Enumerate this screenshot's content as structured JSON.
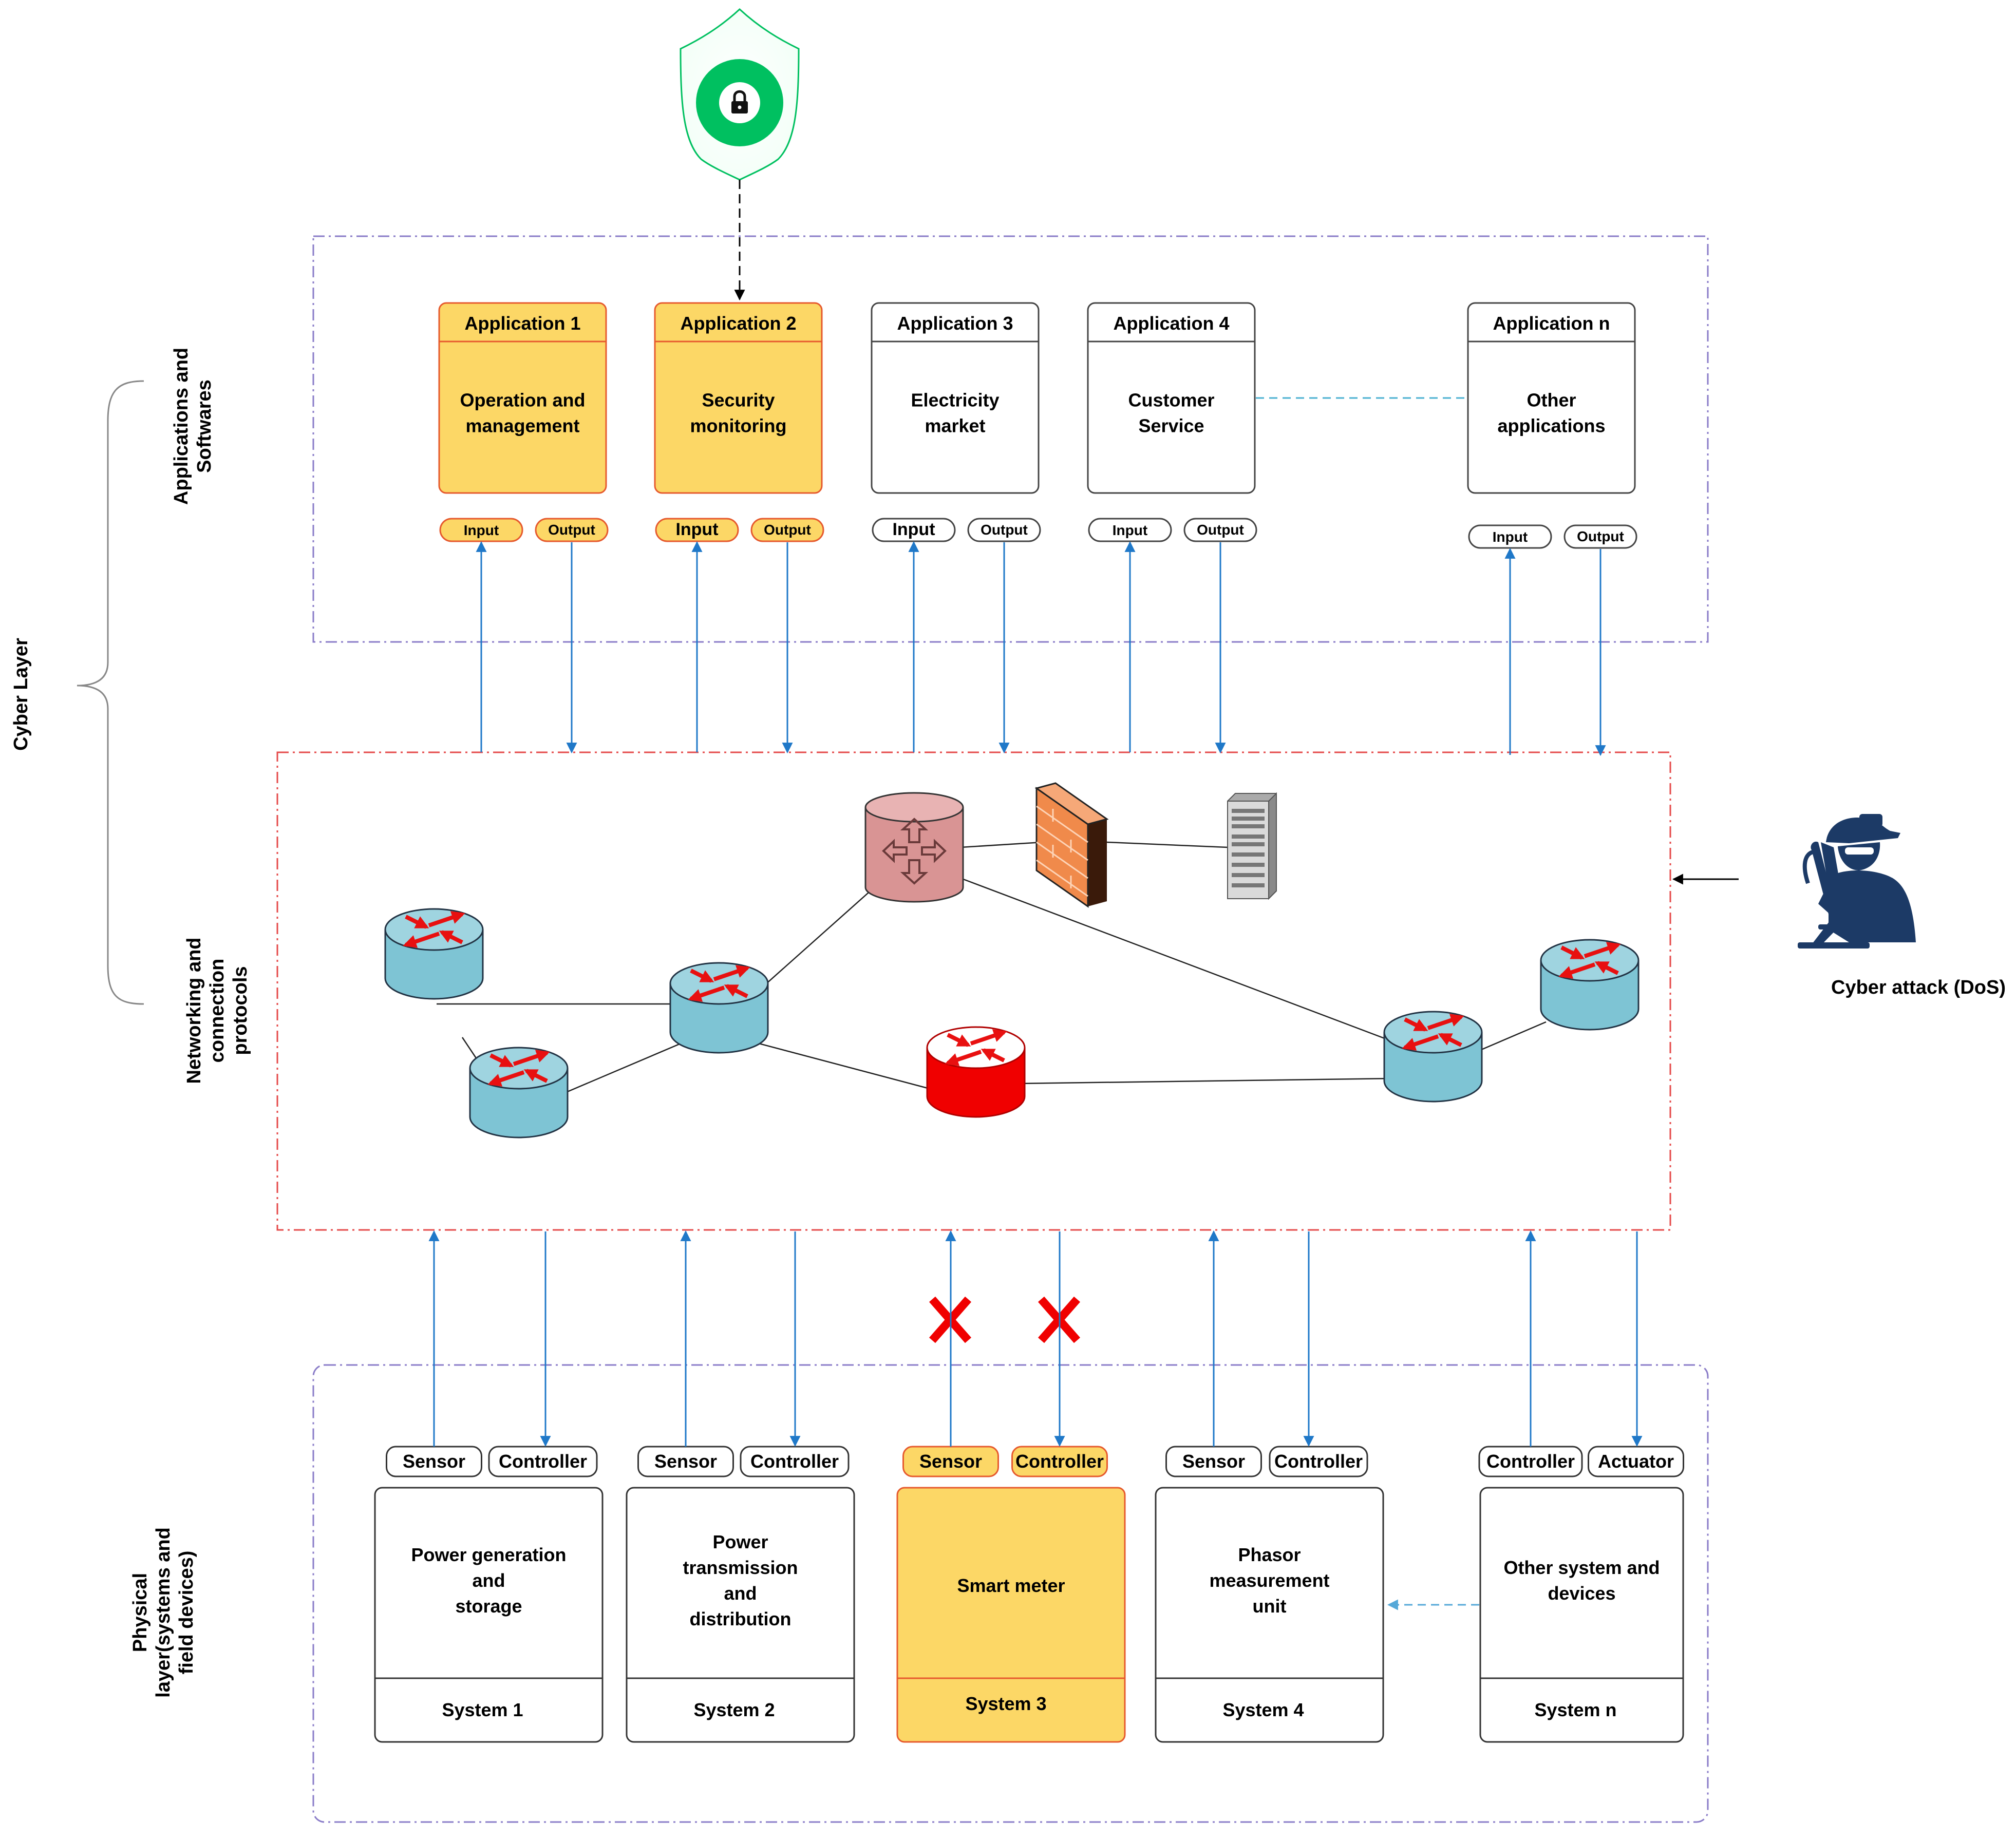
{
  "layers": {
    "cyber": "Cyber Layer",
    "applications": [
      "Applications and",
      "Softwares"
    ],
    "networking": [
      "Networking and",
      "connection",
      "protocols"
    ],
    "physical": [
      "Physical",
      "layer(systems and",
      "field devices)"
    ]
  },
  "applications": [
    {
      "title": "Application 1",
      "body": [
        "Operation and",
        "management"
      ],
      "input": "Input",
      "output": "Output",
      "highlight": true
    },
    {
      "title": "Application 2",
      "body": [
        "Security",
        "monitoring"
      ],
      "input": "Input",
      "output": "Output",
      "highlight": true
    },
    {
      "title": "Application 3",
      "body": [
        "Electricity",
        "market"
      ],
      "input": "Input",
      "output": "Output",
      "highlight": false
    },
    {
      "title": "Application 4",
      "body": [
        "Customer",
        "Service"
      ],
      "input": "Input",
      "output": "Output",
      "highlight": false
    },
    {
      "title": "Application n",
      "body": [
        "Other",
        "applications"
      ],
      "input": "Input",
      "output": "Output",
      "highlight": false
    }
  ],
  "systems": [
    {
      "port1": "Sensor",
      "port2": "Controller",
      "body": [
        "Power generation",
        "and",
        "storage"
      ],
      "footer": "System 1",
      "highlight": false
    },
    {
      "port1": "Sensor",
      "port2": "Controller",
      "body": [
        "Power",
        "transmission",
        "and",
        "distribution"
      ],
      "footer": "System 2",
      "highlight": false
    },
    {
      "port1": "Sensor",
      "port2": "Controller",
      "body": [
        "Smart meter"
      ],
      "footer": "System 3",
      "highlight": true
    },
    {
      "port1": "Sensor",
      "port2": "Controller",
      "body": [
        "Phasor",
        "measurement",
        "unit"
      ],
      "footer": "System 4",
      "highlight": false
    },
    {
      "port1": "Controller",
      "port2": "Actuator",
      "body": [
        "Other system and",
        "devices"
      ],
      "footer": "System n",
      "highlight": false
    }
  ],
  "attacker": {
    "label": "Cyber attack (DoS)"
  },
  "icons": [
    "shield-lock-icon",
    "hacker-icon",
    "router-icon",
    "firewall-icon",
    "server-icon",
    "cross-icon"
  ],
  "colors": {
    "highlight_fill": "#FCD766",
    "highlight_border": "#E65A2E",
    "link_blue": "#1F78C8",
    "router_teal": "#7EC4D4",
    "attacked_router": "#F00000",
    "shield_green": "#00C060",
    "hacker_navy": "#1C3A66"
  }
}
